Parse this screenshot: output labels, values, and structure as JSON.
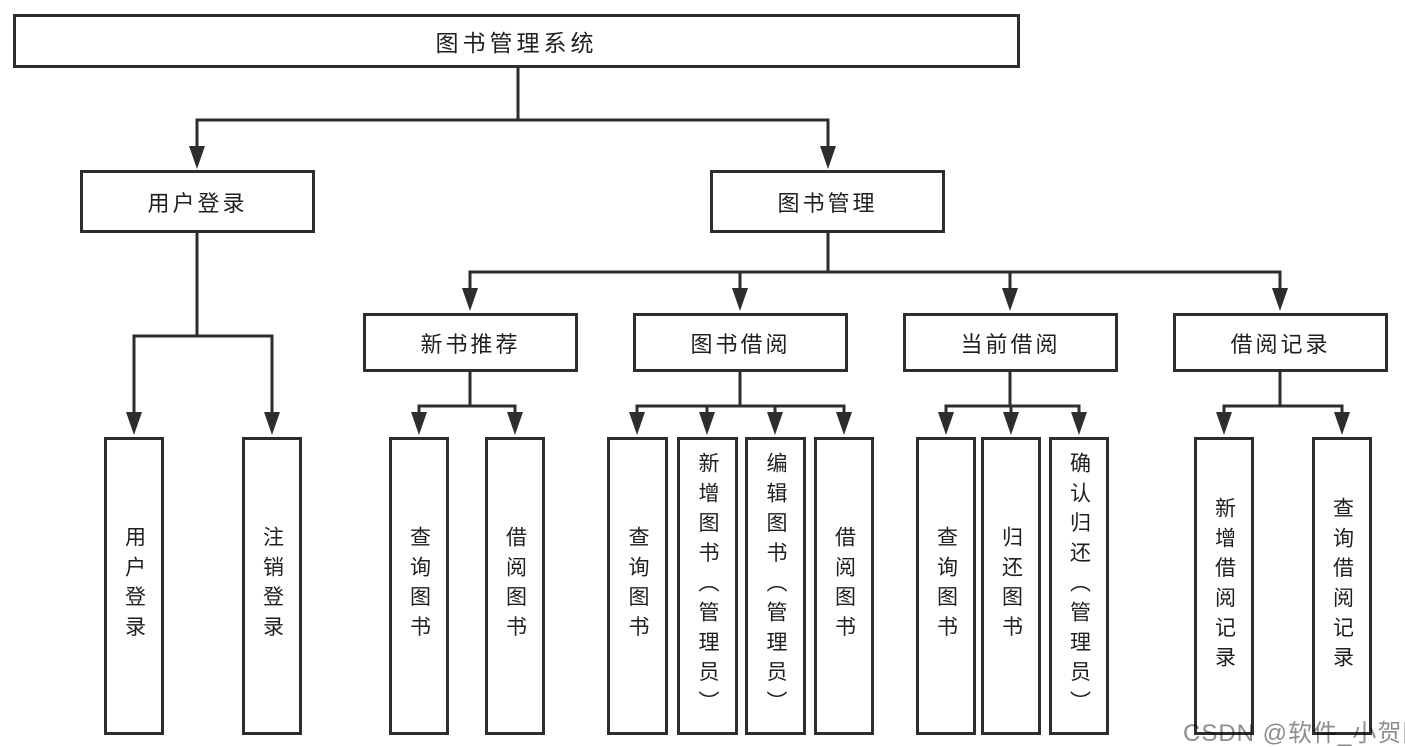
{
  "tree": {
    "root": {
      "label": "图书管理系统"
    },
    "login": {
      "label": "用户登录",
      "leaves": [
        "用户登录",
        "注销登录"
      ]
    },
    "mgmt": {
      "label": "图书管理",
      "groups": [
        {
          "label": "新书推荐",
          "leaves": [
            "查询图书",
            "借阅图书"
          ]
        },
        {
          "label": "图书借阅",
          "leaves": [
            "查询图书",
            "新增图书（管理员）",
            "编辑图书（管理员）",
            "借阅图书"
          ]
        },
        {
          "label": "当前借阅",
          "leaves": [
            "查询图书",
            "归还图书",
            "确认归还（管理员）"
          ]
        },
        {
          "label": "借阅记录",
          "leaves": [
            "新增借阅记录",
            "查询借阅记录"
          ]
        }
      ]
    }
  },
  "watermark": {
    "text": "CSDN @软件_小贺同学"
  },
  "colors": {
    "line": "#2d2d2d",
    "box_border": "#2d2d2d",
    "text": "#1f1f1f",
    "background": "#ffffff",
    "watermark": "#8e8e8e"
  }
}
